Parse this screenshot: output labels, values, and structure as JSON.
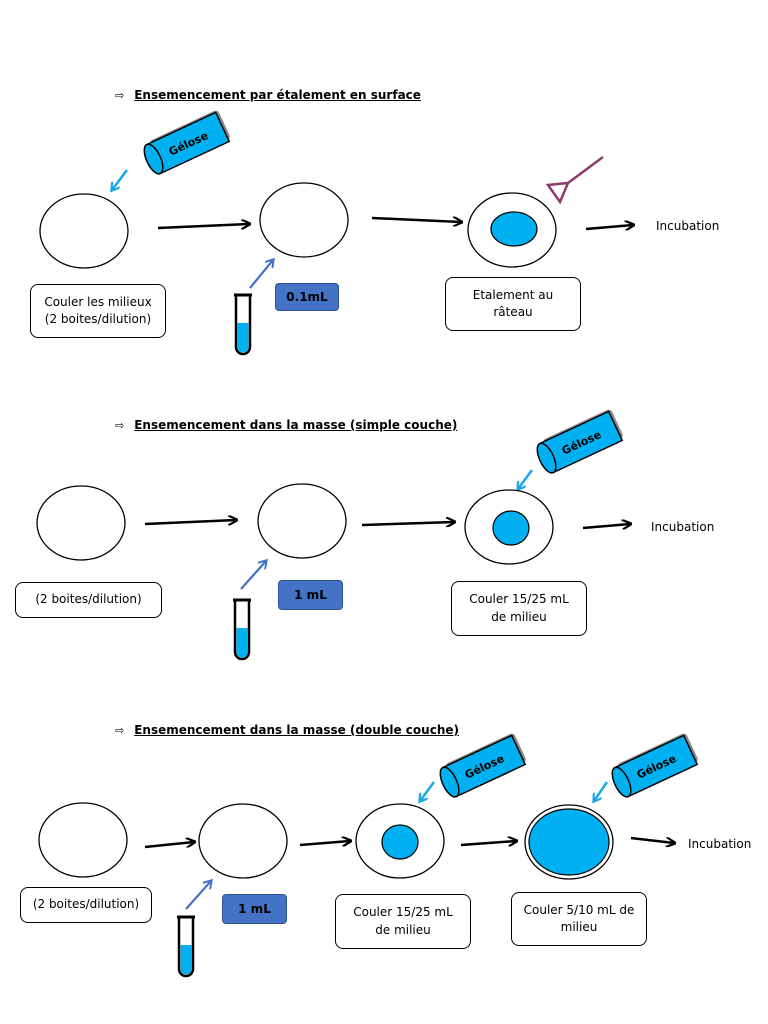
{
  "colors": {
    "agar_blue": "#00b0f0",
    "volume_box_blue": "#4472c4",
    "pipette_arrow_blue": "#4472c4",
    "pour_arrow_blue": "#1ea7e6",
    "rake_purple": "#8b3a6b"
  },
  "sections": [
    {
      "heading": "Ensemencement par étalement en surface",
      "heading_marker": "⇨",
      "gelose_label": "Gélose",
      "step1_label_line1": "Couler les milieux",
      "step1_label_line2": "(2 boites/dilution)",
      "volume": "0.1mL",
      "step3_label_line1": "Etalement au",
      "step3_label_line2": "râteau",
      "final_step": "Incubation"
    },
    {
      "heading": "Ensemencement dans la masse (simple couche)",
      "heading_marker": "⇨",
      "gelose_label": "Gélose",
      "step1_label": "(2 boites/dilution)",
      "volume": "1 mL",
      "step3_label_line1": "Couler 15/25 mL",
      "step3_label_line2": "de milieu",
      "final_step": "Incubation"
    },
    {
      "heading": "Ensemencement dans la masse (double couche)",
      "heading_marker": "⇨",
      "gelose_label_1": "Gélose",
      "gelose_label_2": "Gélose",
      "step1_label": "(2 boites/dilution)",
      "volume": "1 mL",
      "step3_label_line1": "Couler 15/25 mL",
      "step3_label_line2": "de milieu",
      "step4_label_line1": "Couler 5/10 mL de",
      "step4_label_line2": "milieu",
      "final_step": "Incubation"
    }
  ]
}
